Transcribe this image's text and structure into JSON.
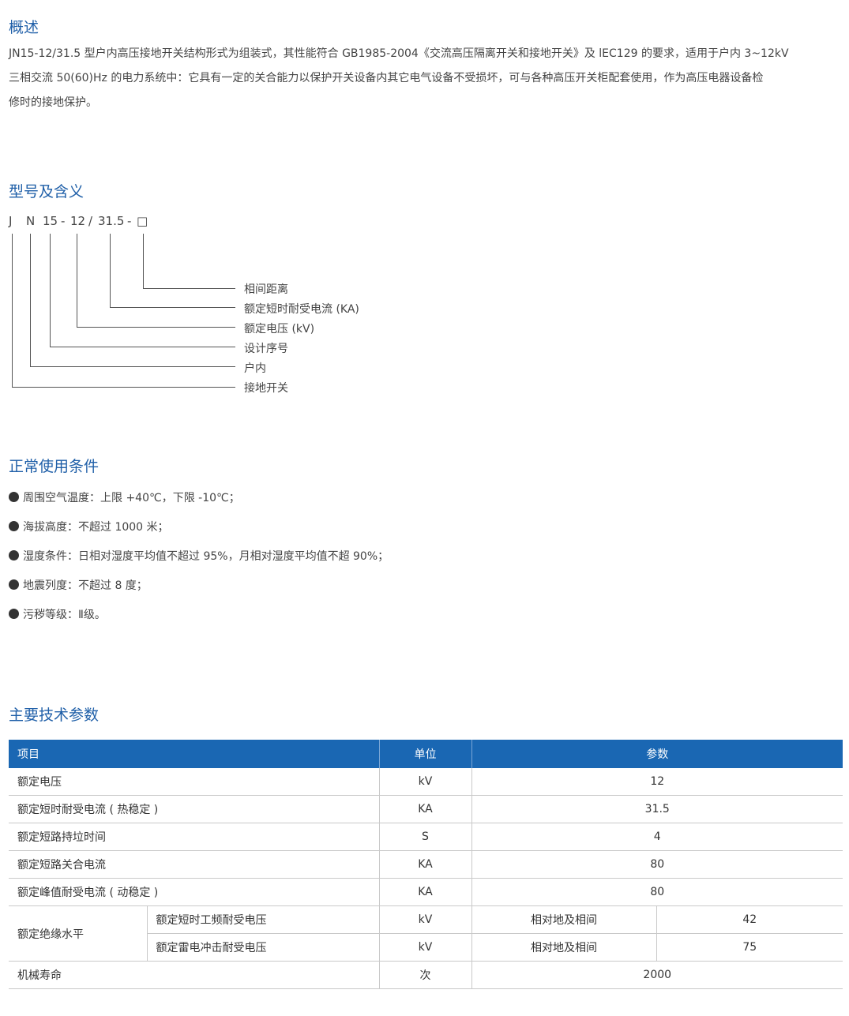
{
  "overview": {
    "title": "概述",
    "lines": [
      "JN15-12/31.5 型户内高压接地开关结构形式为组装式，其性能符合 GB1985-2004《交流高压隔离开关和接地开关》及 lEC129 的要求，适用于户内 3~12kV",
      "三相交流 50(60)Hz 的电力系统中：它具有一定的关合能力以保护开关设备内其它电气设备不受损坏，可与各种高压开关柜配套使用，作为高压电器设备检",
      "修时的接地保护。"
    ]
  },
  "model": {
    "title": "型号及含义",
    "parts": [
      "J",
      "N",
      "15",
      "-",
      "12",
      "/",
      "31.5",
      "-",
      "□"
    ],
    "meanings": [
      "相间距离",
      "额定短时耐受电流 (KA)",
      "额定电压 (kV)",
      "设计序号",
      "户内",
      "接地开关"
    ]
  },
  "conditions": {
    "title": "正常使用条件",
    "items": [
      "周围空气温度：上限 +40℃，下限 -10℃；",
      "海拔高度：不超过 1000 米；",
      "湿度条件：日相对湿度平均值不超过 95%，月相对湿度平均值不超 90%；",
      "地震列度：不超过 8 度；",
      "污秽等级：Ⅱ级。"
    ]
  },
  "params": {
    "title": "主要技术参数",
    "headers": [
      "项目",
      "单位",
      "参数"
    ],
    "rows": [
      {
        "item": "额定电压",
        "unit": "kV",
        "value": "12"
      },
      {
        "item": "额定短时耐受电流 ( 热稳定 )",
        "unit": "KA",
        "value": "31.5"
      },
      {
        "item": "额定短路持垃时间",
        "unit": "S",
        "value": "4"
      },
      {
        "item": "额定短路关合电流",
        "unit": "KA",
        "value": "80"
      },
      {
        "item": "额定峰值耐受电流 ( 动稳定 )",
        "unit": "KA",
        "value": "80"
      }
    ],
    "insulation": {
      "group": "额定绝缘水平",
      "rows": [
        {
          "item": "额定短时工频耐受电压",
          "unit": "kV",
          "cond": "相对地及相间",
          "value": "42"
        },
        {
          "item": "额定雷电冲击耐受电压",
          "unit": "kV",
          "cond": "相对地及相间",
          "value": "75"
        }
      ]
    },
    "life": {
      "item": "机械寿命",
      "unit": "次",
      "value": "2000"
    }
  }
}
